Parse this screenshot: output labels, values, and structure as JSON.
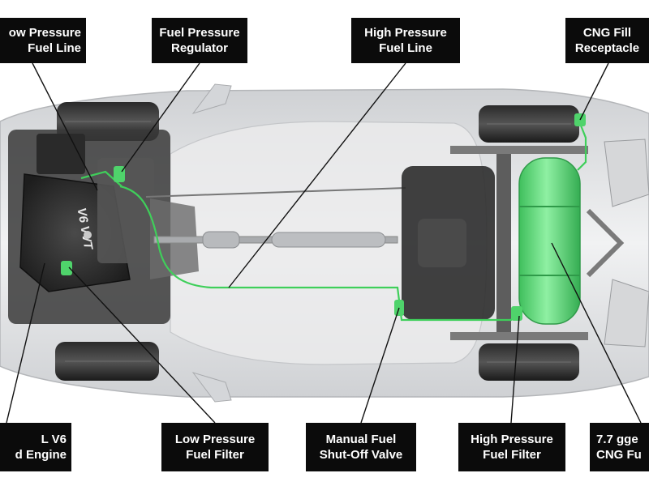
{
  "callouts": {
    "low_pressure_fuel_line": {
      "line1": "ow Pressure",
      "line2": "Fuel Line"
    },
    "fuel_pressure_regulator": {
      "line1": "Fuel Pressure",
      "line2": "Regulator"
    },
    "high_pressure_fuel_line": {
      "line1": "High Pressure",
      "line2": "Fuel Line"
    },
    "cng_fill_receptacle": {
      "line1": "CNG Fill",
      "line2": "Receptacle"
    },
    "engine": {
      "line1": "L V6",
      "line2": "d Engine"
    },
    "low_pressure_fuel_filter": {
      "line1": "Low Pressure",
      "line2": "Fuel Filter"
    },
    "manual_fuel_shutoff_valve": {
      "line1": "Manual Fuel",
      "line2": "Shut-Off Valve"
    },
    "high_pressure_fuel_filter": {
      "line1": "High Pressure",
      "line2": "Fuel Filter"
    },
    "cng_fuel_tank": {
      "line1": "7.7 gge",
      "line2": "CNG Fu"
    }
  },
  "engine_cover_text": "V6 VVT",
  "colors": {
    "callout_bg": "#0b0b0b",
    "callout_text": "#ffffff",
    "cng_green": "#5fe07e",
    "fuel_line_green": "#3fcf5a",
    "body_silver": "#d9dadc",
    "tire_black": "#1b1b1b"
  }
}
